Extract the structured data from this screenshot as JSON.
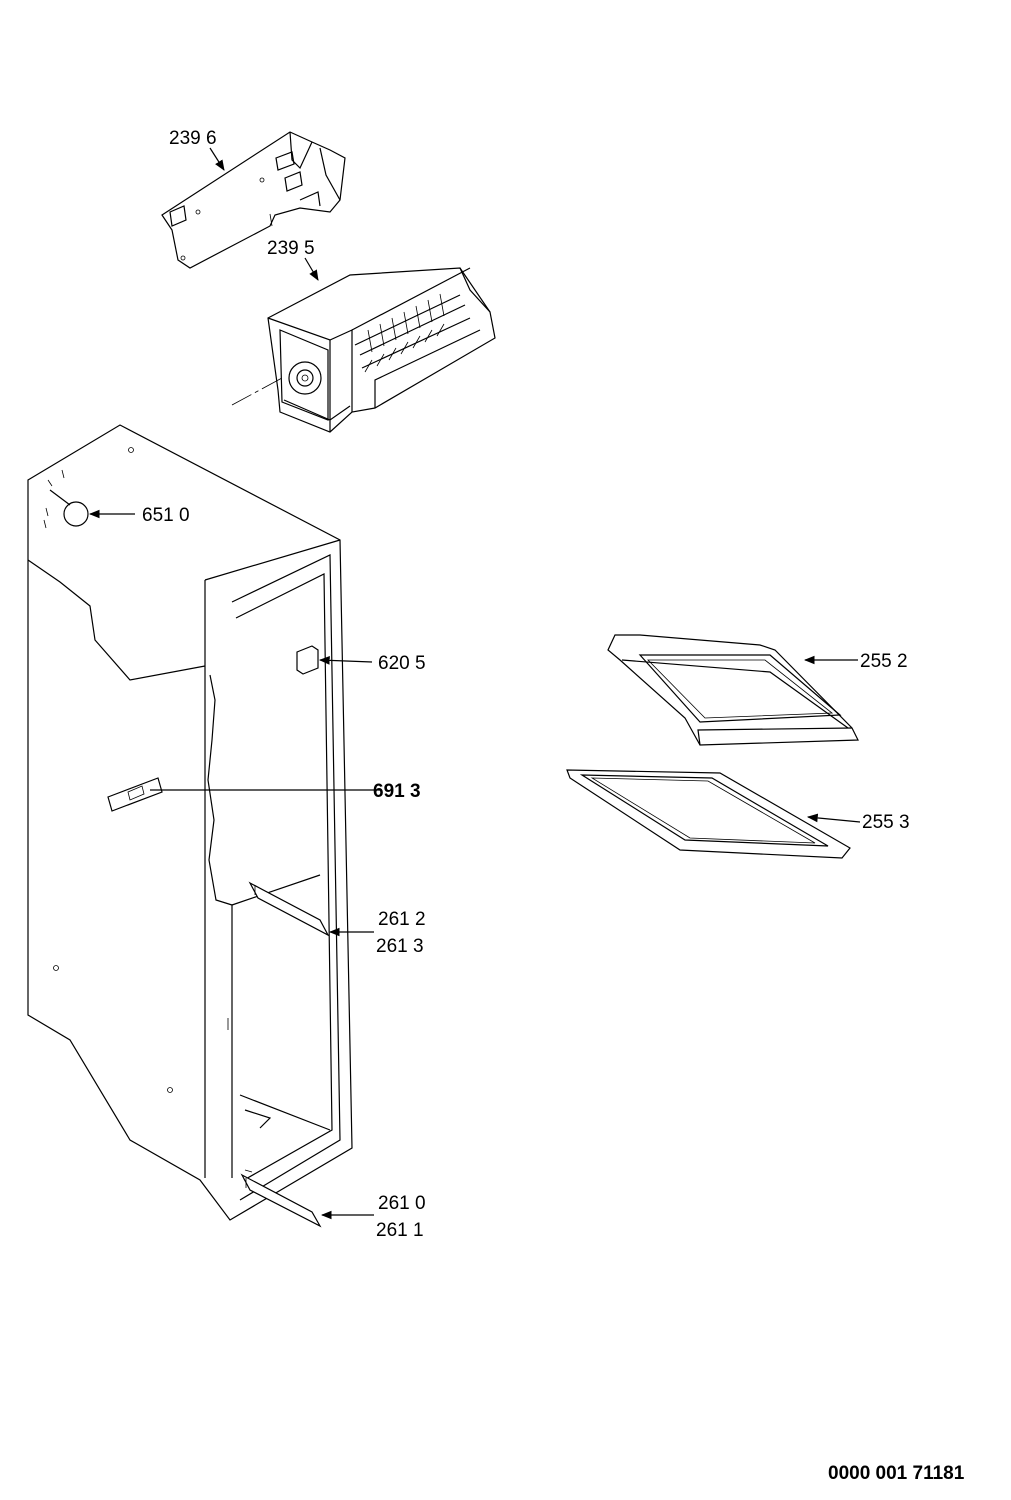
{
  "diagram": {
    "callouts": [
      {
        "id": "c-2396",
        "lines": [
          "239 6"
        ],
        "bold": false
      },
      {
        "id": "c-2395",
        "lines": [
          "239 5"
        ],
        "bold": false
      },
      {
        "id": "c-6510",
        "lines": [
          "651 0"
        ],
        "bold": false
      },
      {
        "id": "c-6205",
        "lines": [
          "620 5"
        ],
        "bold": false
      },
      {
        "id": "c-6913",
        "lines": [
          "691 3"
        ],
        "bold": true
      },
      {
        "id": "c-2612",
        "lines": [
          "261 2",
          "261 3"
        ],
        "bold": false
      },
      {
        "id": "c-2610",
        "lines": [
          "261 0",
          "261 1"
        ],
        "bold": false
      },
      {
        "id": "c-2552",
        "lines": [
          "255 2"
        ],
        "bold": false
      },
      {
        "id": "c-2553",
        "lines": [
          "255 3"
        ],
        "bold": false
      }
    ],
    "drawing_number": "0000 001 71181"
  }
}
